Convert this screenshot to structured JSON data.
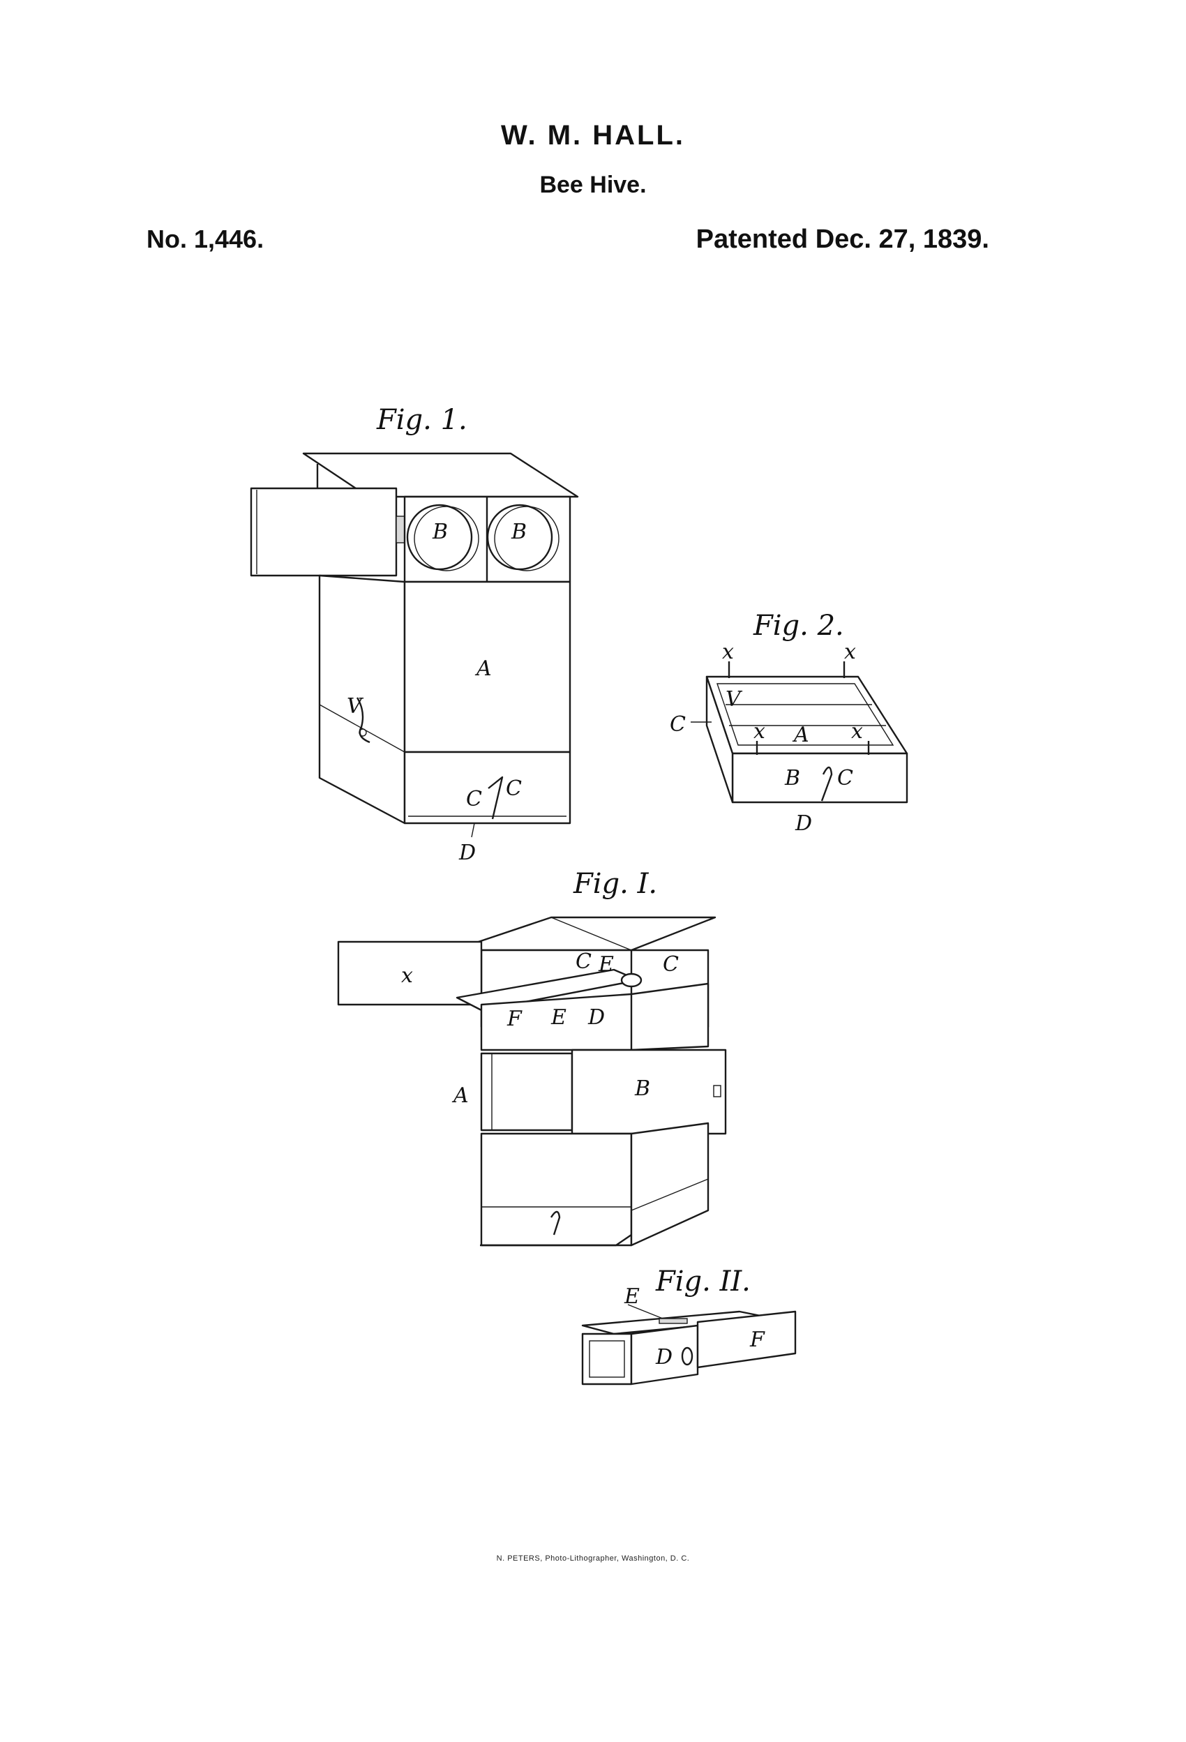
{
  "header": {
    "inventor": "W. M. HALL.",
    "title": "Bee Hive.",
    "patent_number": "No. 1,446.",
    "patent_date": "Patented Dec. 27, 1839."
  },
  "figures": [
    {
      "caption": "Fig. 1.",
      "labels": [
        "B",
        "B",
        "A",
        "V",
        "C",
        "C",
        "D"
      ]
    },
    {
      "caption": "Fig. 2.",
      "labels": [
        "x",
        "x",
        "V",
        "C",
        "x",
        "A",
        "x",
        "B",
        "C",
        "D"
      ]
    },
    {
      "caption": "Fig. I.",
      "labels": [
        "x",
        "C",
        "E",
        "C",
        "F",
        "E",
        "D",
        "A",
        "B"
      ]
    },
    {
      "caption": "Fig. II.",
      "labels": [
        "E",
        "D",
        "F"
      ]
    }
  ],
  "footer": "N. PETERS, Photo-Lithographer, Washington, D. C."
}
